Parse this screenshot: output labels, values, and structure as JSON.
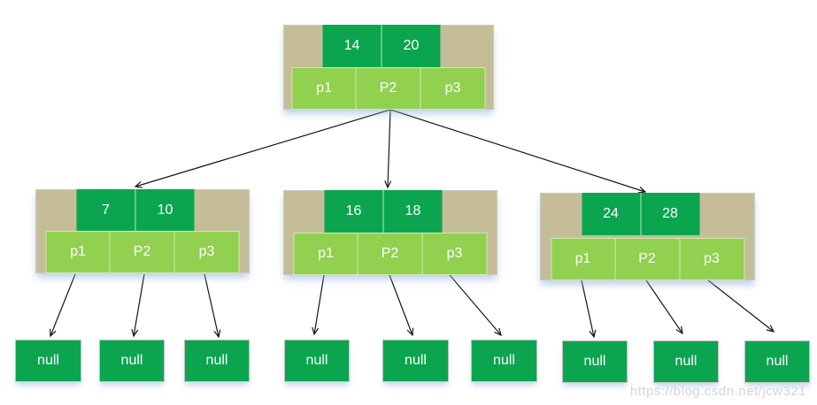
{
  "nodes": {
    "root": {
      "keys": [
        "14",
        "20"
      ],
      "pointers": [
        "p1",
        "P2",
        "p3"
      ]
    },
    "left": {
      "keys": [
        "7",
        "10"
      ],
      "pointers": [
        "p1",
        "P2",
        "p3"
      ]
    },
    "middle": {
      "keys": [
        "16",
        "18"
      ],
      "pointers": [
        "p1",
        "P2",
        "p3"
      ]
    },
    "right": {
      "keys": [
        "24",
        "28"
      ],
      "pointers": [
        "p1",
        "P2",
        "p3"
      ]
    }
  },
  "leaves": [
    "null",
    "null",
    "null",
    "null",
    "null",
    "null",
    "null",
    "null",
    "null"
  ],
  "watermark": "https://blog.csdn.net/jcw321",
  "colors": {
    "key_box": "#0ba54f",
    "pointer_box": "#92d050",
    "node_background": "#c4bd97",
    "leaf_box": "#0ba54f",
    "arrow": "#161616",
    "shadow": "#8caad7",
    "watermark_text": "#d4d4da"
  }
}
